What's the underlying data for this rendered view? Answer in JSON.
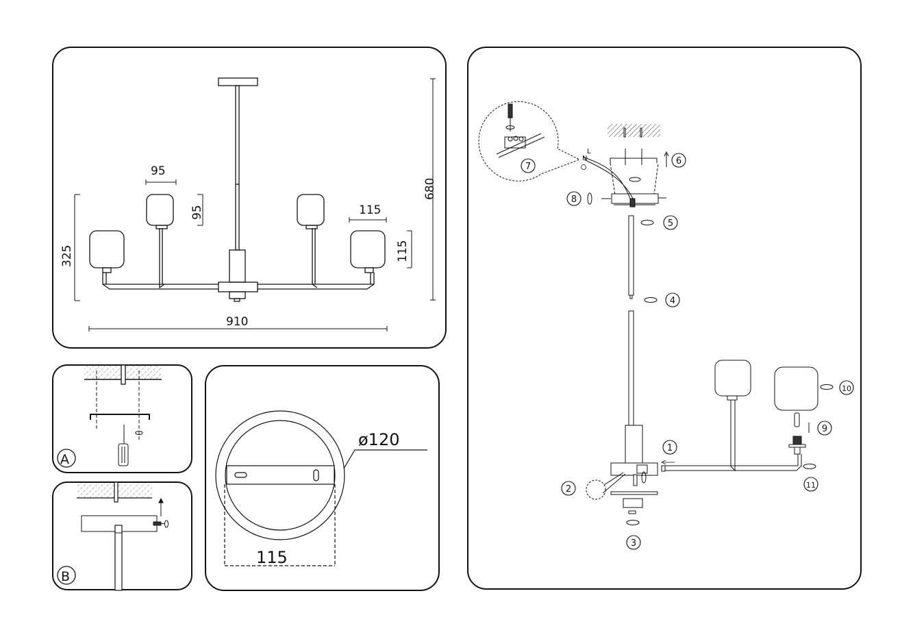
{
  "overview": {
    "dim_canopy_height": "680",
    "dim_total_width": "910",
    "dim_arm_height": "325",
    "dim_small_shade_width": "95",
    "dim_small_shade_height": "95",
    "dim_large_shade_width": "115",
    "dim_large_shade_height": "115"
  },
  "step_a": {
    "label": "A"
  },
  "step_b": {
    "label": "B"
  },
  "canopy": {
    "diameter_label": "ø120",
    "bracket_width_label": "115"
  },
  "assembly": {
    "wire_labels": {
      "live": "L",
      "neutral": "N"
    },
    "steps": [
      "1",
      "2",
      "3",
      "4",
      "5",
      "6",
      "7",
      "8",
      "9",
      "10",
      "11"
    ]
  },
  "colors": {
    "line": "#111111",
    "background": "#ffffff",
    "hatch": "#555555"
  }
}
